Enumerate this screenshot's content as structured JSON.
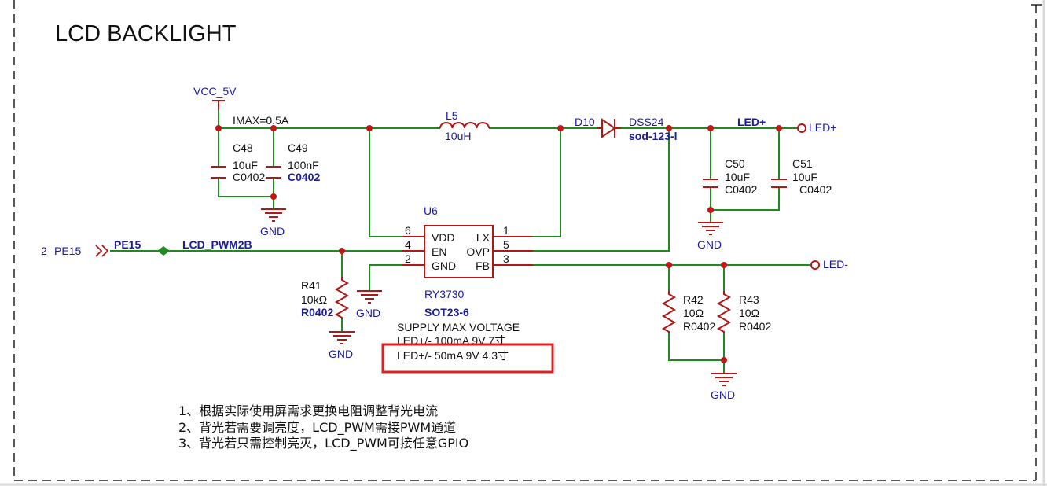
{
  "title": "LCD BACKLIGHT",
  "power": {
    "vcc": "VCC_5V",
    "imax": "IMAX=0.5A"
  },
  "inductor": {
    "ref": "L5",
    "value": "10uH"
  },
  "diode": {
    "ref": "D10",
    "part": "DSS24",
    "package": "sod-123-l"
  },
  "caps": [
    {
      "ref": "C48",
      "value": "10uF",
      "package": "C0402"
    },
    {
      "ref": "C49",
      "value": "100nF",
      "package": "C0402"
    },
    {
      "ref": "C50",
      "value": "10uF",
      "package": "C0402"
    },
    {
      "ref": "C51",
      "value": "10uF",
      "package": "C0402"
    }
  ],
  "ic": {
    "ref": "U6",
    "part": "RY3730",
    "package": "SOT23-6",
    "pins_left": [
      {
        "num": "6",
        "name": "VDD"
      },
      {
        "num": "4",
        "name": "EN"
      },
      {
        "num": "2",
        "name": "GND"
      }
    ],
    "pins_right": [
      {
        "num": "1",
        "name": "LX"
      },
      {
        "num": "5",
        "name": "OVP"
      },
      {
        "num": "3",
        "name": "FB"
      }
    ]
  },
  "resistors": [
    {
      "ref": "R41",
      "value": "10kΩ",
      "package": "R0402"
    },
    {
      "ref": "R42",
      "value": "10Ω",
      "package": "R0402"
    },
    {
      "ref": "R43",
      "value": "10Ω",
      "package": "R0402"
    }
  ],
  "nets": {
    "led_plus_net": "LED+",
    "led_plus_port": "LED+",
    "led_minus_port": "LED-",
    "pe15_net": "PE15",
    "pwm_net": "LCD_PWM2B",
    "port_sheet": "2",
    "port_name": "PE15",
    "gnd": "GND"
  },
  "supply": {
    "heading": "SUPPLY MAX VOLTAGE",
    "line1": "LED+/- 100mA 9V 7寸",
    "line2": "LED+/- 50mA 9V 4.3寸",
    "highlight_color": "#e02020"
  },
  "notes": [
    "1、根据实际使用屏需求更换电阻调整背光电流",
    "2、背光若需要调亮度，LCD_PWM需接PWM通道",
    "3、背光若只需控制亮灭，LCD_PWM可接任意GPIO"
  ]
}
